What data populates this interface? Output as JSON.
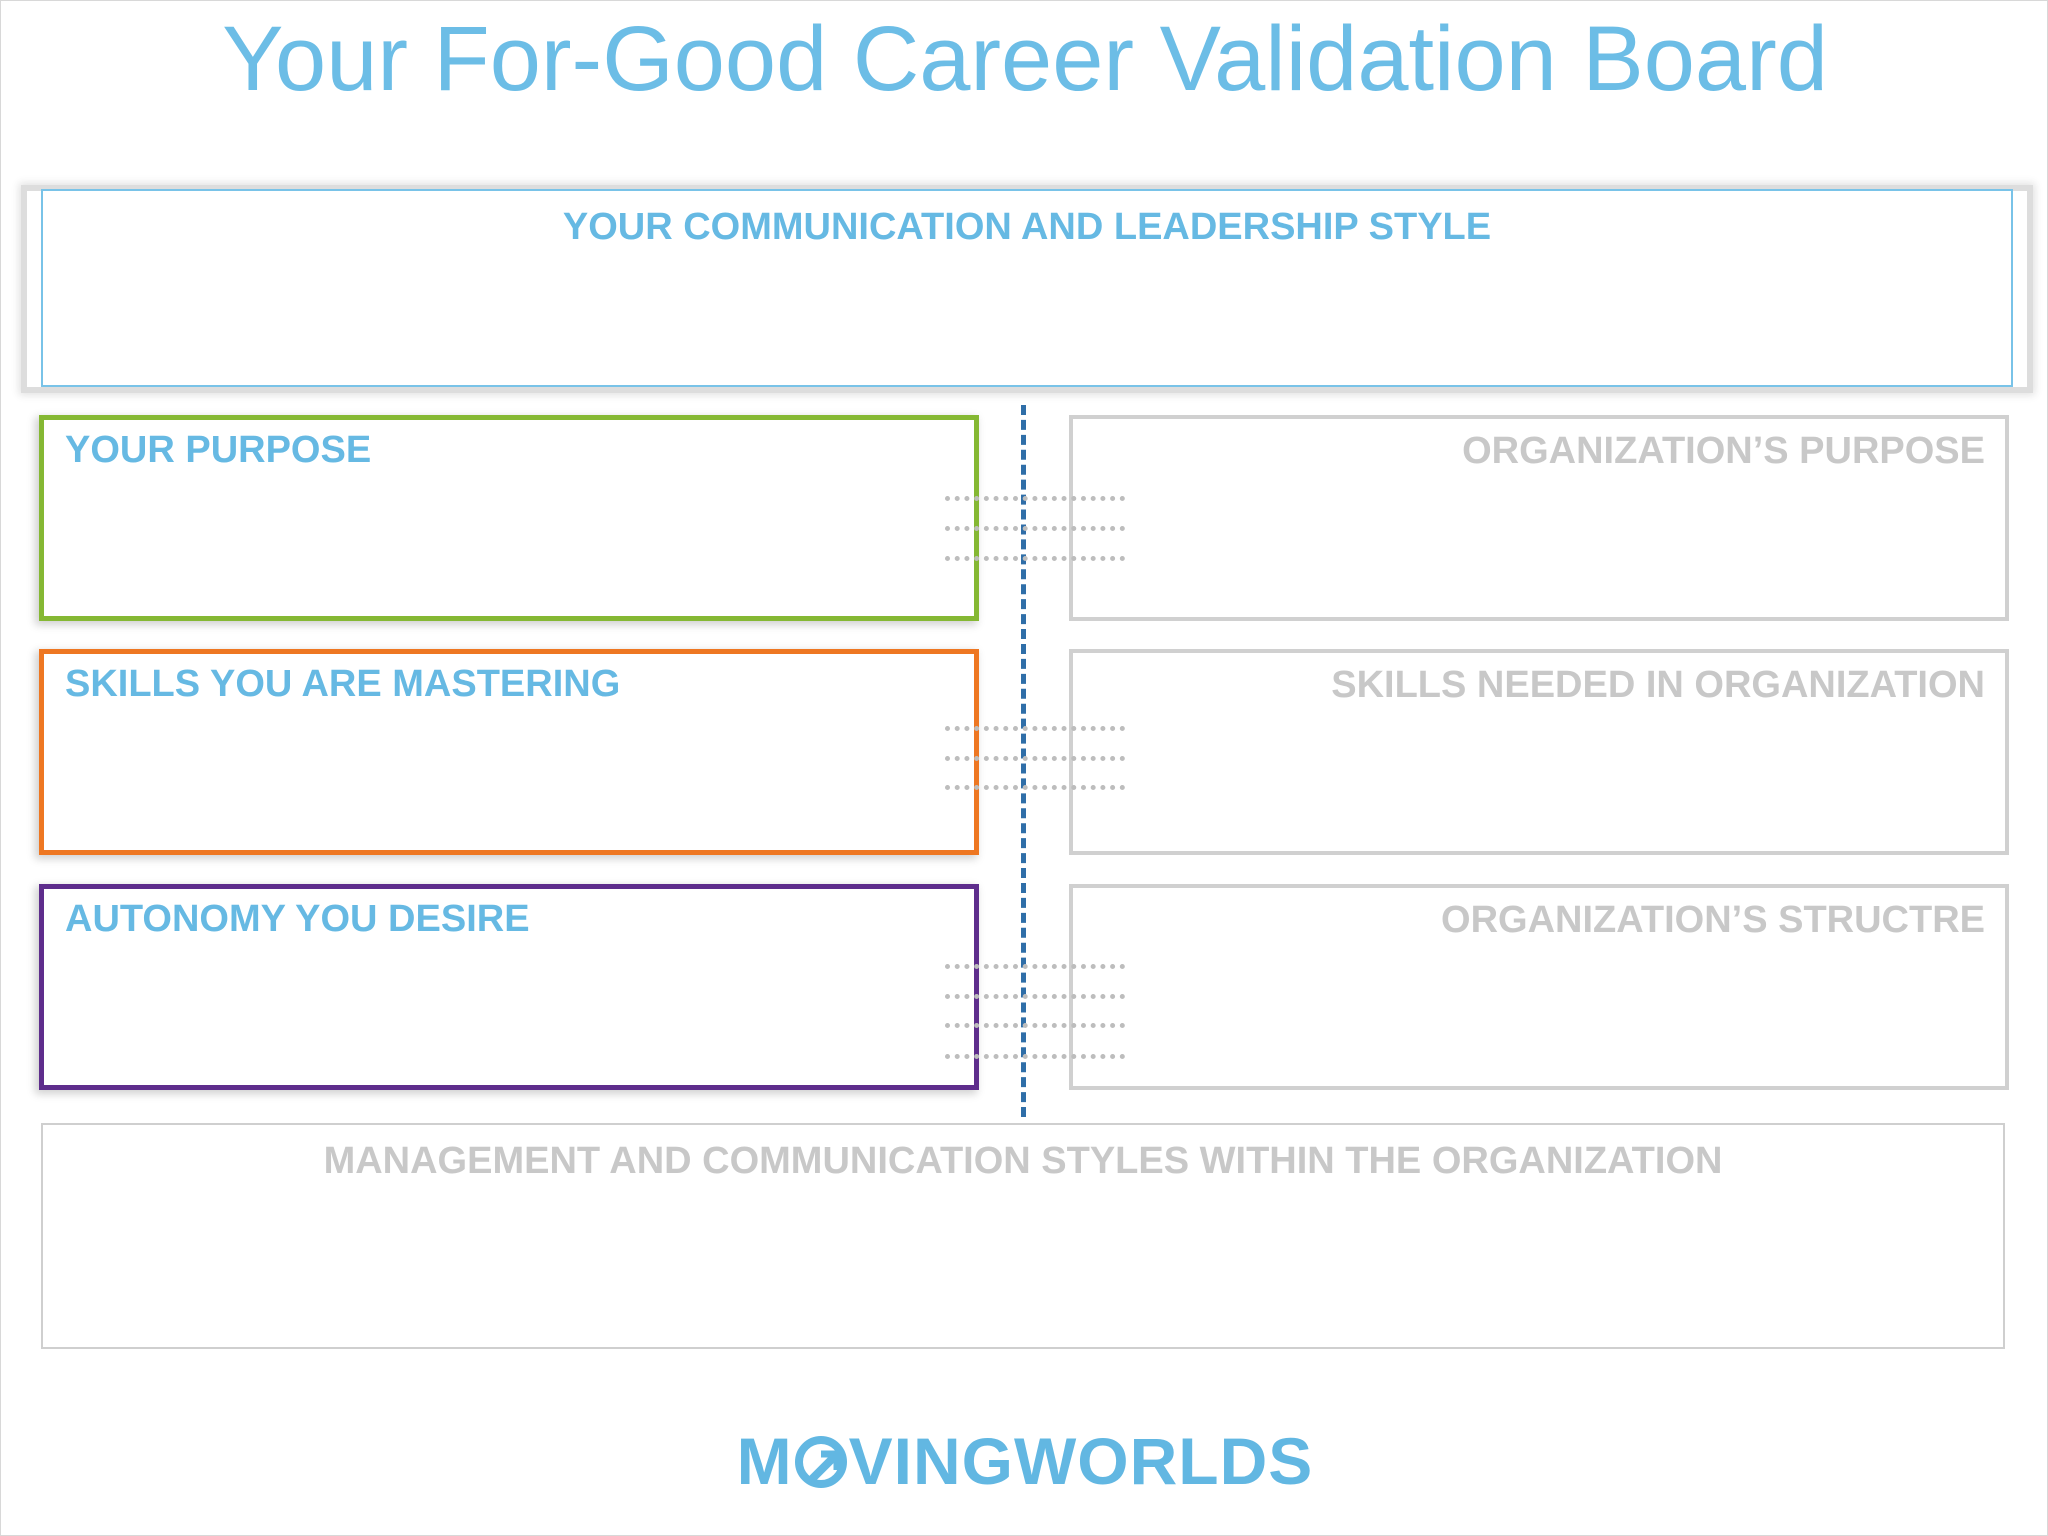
{
  "title": "Your For-Good Career Validation Board",
  "top_box": {
    "label": "YOUR COMMUNICATION AND LEADERSHIP STYLE"
  },
  "left_boxes": [
    {
      "label": "YOUR PURPOSE",
      "border_color": "#85b833"
    },
    {
      "label": "SKILLS YOU ARE MASTERING",
      "border_color": "#ee7722"
    },
    {
      "label": "AUTONOMY YOU DESIRE",
      "border_color": "#5e2d8c"
    }
  ],
  "right_boxes": [
    {
      "label": "ORGANIZATION’S PURPOSE"
    },
    {
      "label": "SKILLS NEEDED IN ORGANIZATION"
    },
    {
      "label": "ORGANIZATION’S STRUCTRE"
    }
  ],
  "bottom_box": {
    "label": "MANAGEMENT AND COMMUNICATION STYLES WITHIN THE ORGANIZATION"
  },
  "logo": {
    "text_before": "M",
    "text_after": "VINGWORLDS",
    "full_text": "MOVINGWORLDS",
    "color": "#62b7e2"
  },
  "colors": {
    "title": "#6cbde6",
    "divider": "#2f6ea8",
    "right_border": "#d0d0d0",
    "label_blue": "#66b9e3",
    "label_gray": "#c8c8c8"
  }
}
